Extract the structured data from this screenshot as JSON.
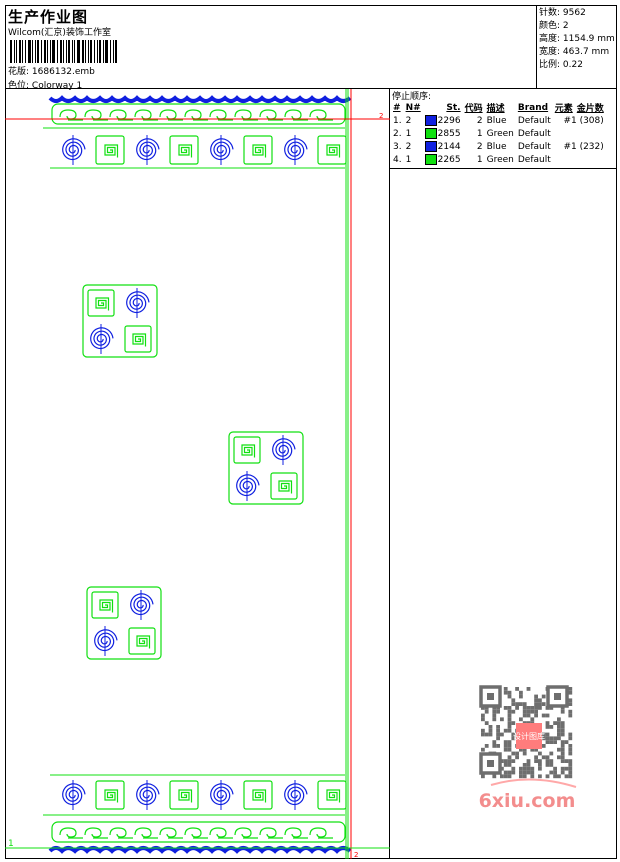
{
  "header": {
    "title": "生产作业图",
    "company": "Wilcom(汇京)装饰工作室",
    "design_file_label": "花版:",
    "design_file": "1686132.emb",
    "colorway_label": "色位:",
    "colorway": "Colorway 1"
  },
  "info": [
    {
      "label": "针数:",
      "value": "9562"
    },
    {
      "label": "颜色:",
      "value": "2"
    },
    {
      "label": "高度:",
      "value": "1154.9 mm"
    },
    {
      "label": "宽度:",
      "value": "463.7 mm"
    },
    {
      "label": "比例:",
      "value": "0.22"
    }
  ],
  "stop_sequence": {
    "title": "停止顺序:",
    "columns": [
      "#",
      "N#",
      "St.",
      "代码",
      "描述",
      "Brand",
      "元素",
      "金片数"
    ],
    "rows": [
      {
        "idx": "1.",
        "n": "2",
        "color": "#1020e0",
        "st": "2296",
        "code": "2",
        "desc": "Blue",
        "brand": "Default",
        "sequin": "#1 (308)"
      },
      {
        "idx": "2.",
        "n": "1",
        "color": "#10e010",
        "st": "2855",
        "code": "1",
        "desc": "Green",
        "brand": "Default",
        "sequin": ""
      },
      {
        "idx": "3.",
        "n": "2",
        "color": "#1020e0",
        "st": "2144",
        "code": "2",
        "desc": "Blue",
        "brand": "Default",
        "sequin": "#1 (232)"
      },
      {
        "idx": "4.",
        "n": "1",
        "color": "#10e010",
        "st": "2265",
        "code": "1",
        "desc": "Green",
        "brand": "Default",
        "sequin": ""
      }
    ]
  },
  "canvas": {
    "start_marker": "1",
    "end_marker": "2",
    "end_marker_top": "2"
  },
  "watermark": {
    "text": "6xiu.com",
    "seal": "设计图库"
  },
  "colors": {
    "green": "#10e010",
    "blue": "#1020e0",
    "red": "#ff0000"
  }
}
